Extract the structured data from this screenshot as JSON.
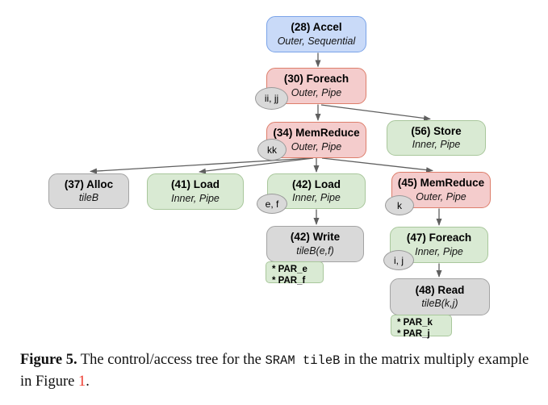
{
  "figure": {
    "colors": {
      "blue-fill": "#c9daf8",
      "blue-border": "#7aa3e8",
      "red-fill": "#f4cccc",
      "red-border": "#dd7e6b",
      "green-fill": "#d9ead3",
      "green-border": "#a9c79c",
      "gray-fill": "#d9d9d9",
      "gray-border": "#a3a3a3",
      "edge": "#5f5f5f",
      "ref-red": "#ee3b2f"
    },
    "nodes": {
      "accel": {
        "title": "(28) Accel",
        "subtitle": "Outer, Sequential"
      },
      "foreach30": {
        "title": "(30) Foreach",
        "subtitle": "Outer, Pipe",
        "badge": "ii, jj"
      },
      "memreduce34": {
        "title": "(34) MemReduce",
        "subtitle": "Outer, Pipe",
        "badge": "kk"
      },
      "store56": {
        "title": "(56) Store",
        "subtitle": "Inner, Pipe"
      },
      "alloc37": {
        "title": "(37) Alloc",
        "subtitle": "tileB"
      },
      "load41": {
        "title": "(41) Load",
        "subtitle": "Inner, Pipe"
      },
      "load42": {
        "title": "(42) Load",
        "subtitle": "Inner, Pipe",
        "badge": "e, f"
      },
      "memreduce45": {
        "title": "(45) MemReduce",
        "subtitle": "Outer, Pipe",
        "badge": "k"
      },
      "write42": {
        "title": "(42) Write",
        "subtitle": "tileB(e,f)"
      },
      "foreach47": {
        "title": "(47) Foreach",
        "subtitle": "Inner, Pipe",
        "badge": "i, j"
      },
      "read48": {
        "title": "(48) Read",
        "subtitle": "tileB(k,j)"
      }
    },
    "par_boxes": {
      "write": {
        "lines": [
          "* PAR_e",
          "* PAR_f"
        ]
      },
      "read": {
        "lines": [
          "* PAR_k",
          "* PAR_j"
        ]
      }
    }
  },
  "caption": {
    "label": "Figure 5.",
    "text_before_code": " The control/access tree for the ",
    "code": "SRAM tileB",
    "text_after_code": " in the matrix multiply example in Figure ",
    "figure_ref": "1",
    "period": "."
  }
}
